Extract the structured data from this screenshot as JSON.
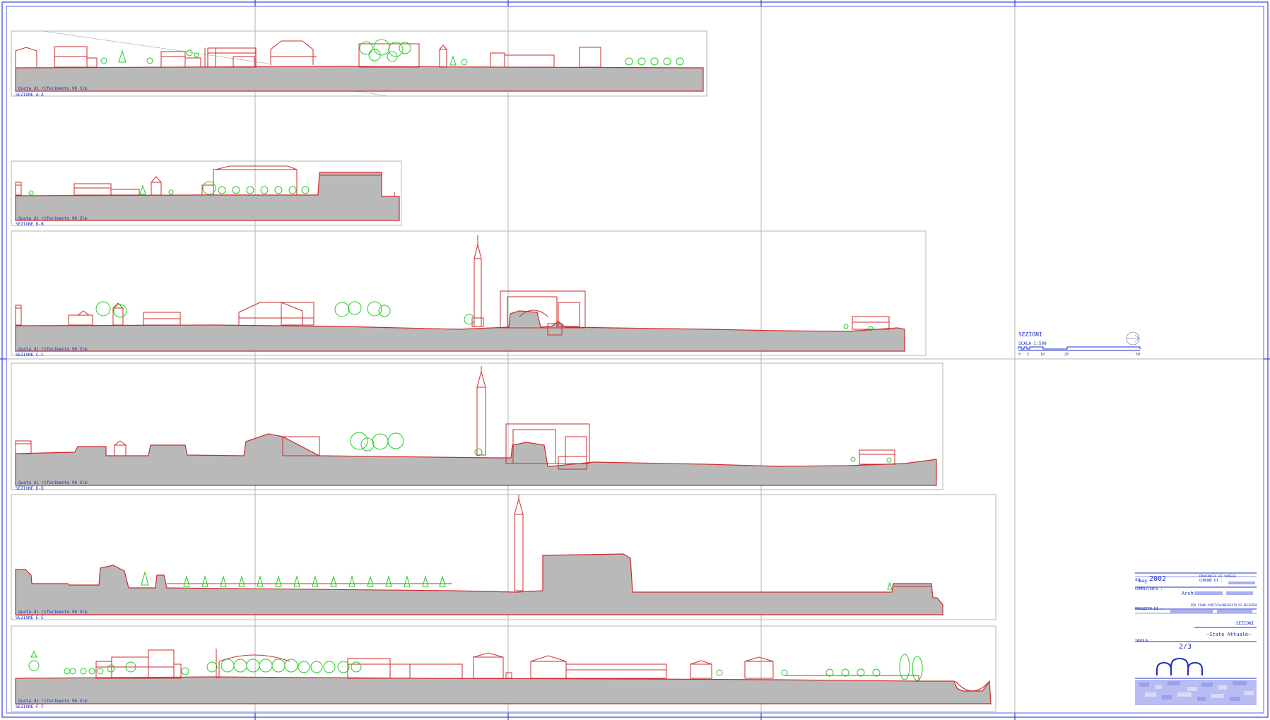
{
  "sheet": {
    "grid_color": "#b4b4b4",
    "frame_color": "#3344cc",
    "outline_color": "#cc2b2b",
    "ground_color": "#b9b9b9",
    "tree_color": "#22cc22",
    "text_color": "#1a2fc8"
  },
  "sections": [
    {
      "id": "aa",
      "ref_label": "Quota di riferimento 90 Slm",
      "name": "SEZIONE A-A"
    },
    {
      "id": "bb",
      "ref_label": "Quota di riferimento 90 Slm",
      "name": "SEZIONE B-B"
    },
    {
      "id": "cc",
      "ref_label": "Quota di riferimento 90 Slm",
      "name": "SEZIONE C-C"
    },
    {
      "id": "dd",
      "ref_label": "Quota di riferimento 90 Slm",
      "name": "SEZIONE D-D"
    },
    {
      "id": "ee",
      "ref_label": "Quota di riferimento 90 Slm",
      "name": "SEZIONE E-E"
    },
    {
      "id": "ff",
      "ref_label": "Quota di riferimento 90 Slm",
      "name": "SEZIONE F-F"
    }
  ],
  "legend": {
    "title": "SEZIONI",
    "scale": "SCALA 1:500",
    "ticks": [
      "0",
      "5",
      "10",
      "20",
      "50"
    ]
  },
  "title_block": {
    "date_prefix": "ag",
    "date_month": "mag",
    "date_year": "2002",
    "provincia": "PROVINCIA DI VARESE",
    "comune": "COMUNE DI :",
    "committente": "COMMITTENTE :",
    "architect": "Arch.",
    "progetto": "PROGETTO DI :",
    "progetto_detail": "PER PIANO PARTICOLAREGGIATO DI RECUPERO",
    "tipo": "SEZIONI",
    "stato": "—Stato Attuale—",
    "tavola_label": "TAVOLA :",
    "tavola": "2/3"
  }
}
